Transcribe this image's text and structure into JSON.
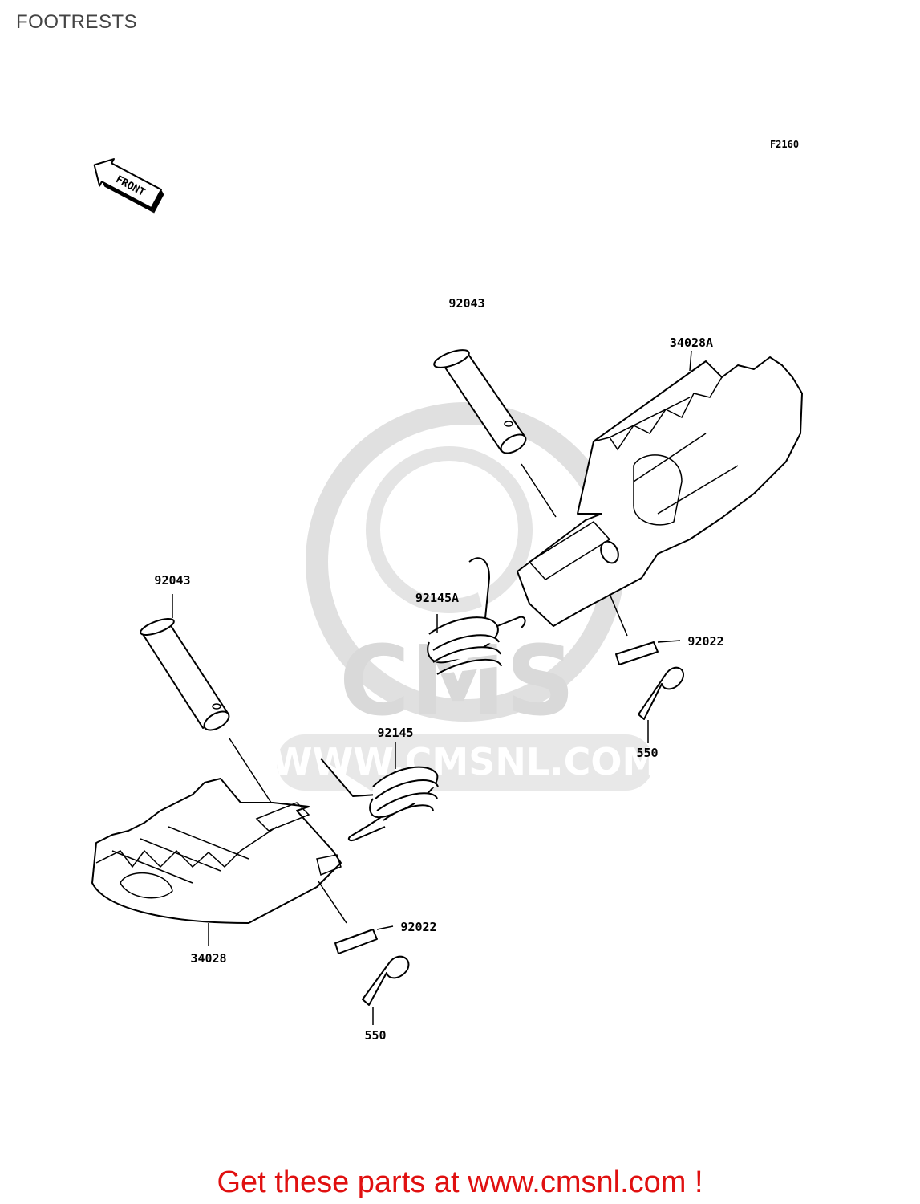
{
  "page": {
    "title": "FOOTRESTS",
    "figure_code": "F2160",
    "front_label": "FRONT"
  },
  "watermark": {
    "brand": "CMS",
    "url": "WWW.CMSNL.COM"
  },
  "parts": [
    {
      "id": "pin_upper",
      "number": "92043"
    },
    {
      "id": "footrest_right",
      "number": "34028A"
    },
    {
      "id": "spring_right",
      "number": "92145A"
    },
    {
      "id": "washer_upper",
      "number": "92022"
    },
    {
      "id": "cotter_upper",
      "number": "550"
    },
    {
      "id": "pin_lower",
      "number": "92043"
    },
    {
      "id": "spring_left",
      "number": "92145"
    },
    {
      "id": "footrest_left",
      "number": "34028"
    },
    {
      "id": "washer_lower",
      "number": "92022"
    },
    {
      "id": "cotter_lower",
      "number": "550"
    }
  ],
  "footer": {
    "text": "Get these parts at www.cmsnl.com !",
    "color": "#e01010"
  }
}
